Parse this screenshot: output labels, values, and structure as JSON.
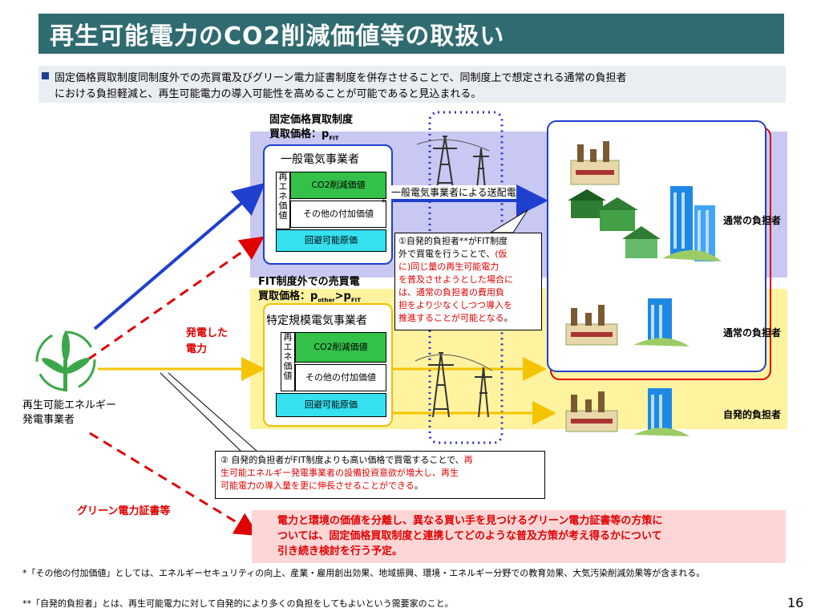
{
  "title": "再生可能電力のCO2削減価値等の取扱い",
  "intro": {
    "line1": "固定価格買取制度同制度外での売買電及びグリーン電力証書制度を併存させることで、同制度上で想定される通常の負担者",
    "line2": "における負担軽減と、再生可能電力の導入可能性を高めることが可能であると見込まれる。"
  },
  "fit": {
    "header1": "固定価格買取制度",
    "header2_main": "買取価格：p",
    "header2_sub": "FIT"
  },
  "nonfit": {
    "header1": "FIT制度外での売買電",
    "header2_main": "買取価格：p",
    "header2_sub1": "other",
    "header2_mid": ">p",
    "header2_sub2": "FIT"
  },
  "general_utility": {
    "title": "一般電気事業者",
    "side_label": "再エネ価値",
    "co2": "CO2削減価値",
    "other": "その他の付加価値",
    "asterisk": "*",
    "avoid": "回避可能原価"
  },
  "specified_utility": {
    "title": "特定規模電気事業者",
    "side_label": "再エネ価値",
    "co2": "CO2削減価値",
    "other": "その他の付加価値",
    "avoid": "回避可能原価"
  },
  "transmission_label": "一般電気事業者による送配電",
  "generation_label_1": "発電した",
  "generation_label_2": "電力",
  "generator_label_1": "再生可能エネルギー",
  "generator_label_2": "発電事業者",
  "green_certificate_label": "グリーン電力証書等",
  "callout1": {
    "l1": "①自発的負担者**がFIT制度",
    "l2": "外で買電を行うことで、",
    "l2_red": "(仮",
    "l3_red": "に)同じ量の再生可能電力",
    "l4_red": "を普及させようとした場合に",
    "l5_red": "は、通常の負担者の費用負",
    "l6_red": "担をより少なくしつつ導入を",
    "l7_red": "推進することが可能となる",
    "l7_end": "。"
  },
  "callout2": {
    "l1": "②  自発的負担者がFIT制度よりも高い価格で買電することで、",
    "l1_red": "再",
    "l2_red": "生可能エネルギー発電事業者の設備投資意欲が増大し、再生",
    "l3_red": "可能電力の導入量を更に伸長させることができる",
    "l3_end": "。"
  },
  "consumers": {
    "normal1": "通常の負担者",
    "normal2": "通常の負担者",
    "voluntary": "自発的負担者"
  },
  "bottom_note": {
    "l1": "電力と環境の価値を分離し、異なる買い手を見つけるグリーン電力証書等の方策に",
    "l2": "ついては、固定価格買取制度と連携してどのような普及方策が考え得るかについて",
    "l3": "引き続き検討を行う予定。"
  },
  "footnote1": "*「その他の付加価値」としては、エネルギーセキュリティの向上、産業・雇用創出効果、地域振興、環境・エネルギー分野での教育効果、大気汚染削減効果等が含まれる。",
  "footnote2": "**「自発的負担者」とは、再生可能電力に対して自発的により多くの負担をしてもよいという需要家のこと。",
  "page_number": "16",
  "colors": {
    "title_bg": "#2f6b70",
    "fit_band": "#c9c8f2",
    "nonfit_band": "#fff3a0",
    "co2_green": "#33c14a",
    "avoid_cyan": "#35e0ef",
    "arrow_blue": "#1f3fcf",
    "arrow_yellow": "#f5c400",
    "arrow_red": "#e00000"
  }
}
